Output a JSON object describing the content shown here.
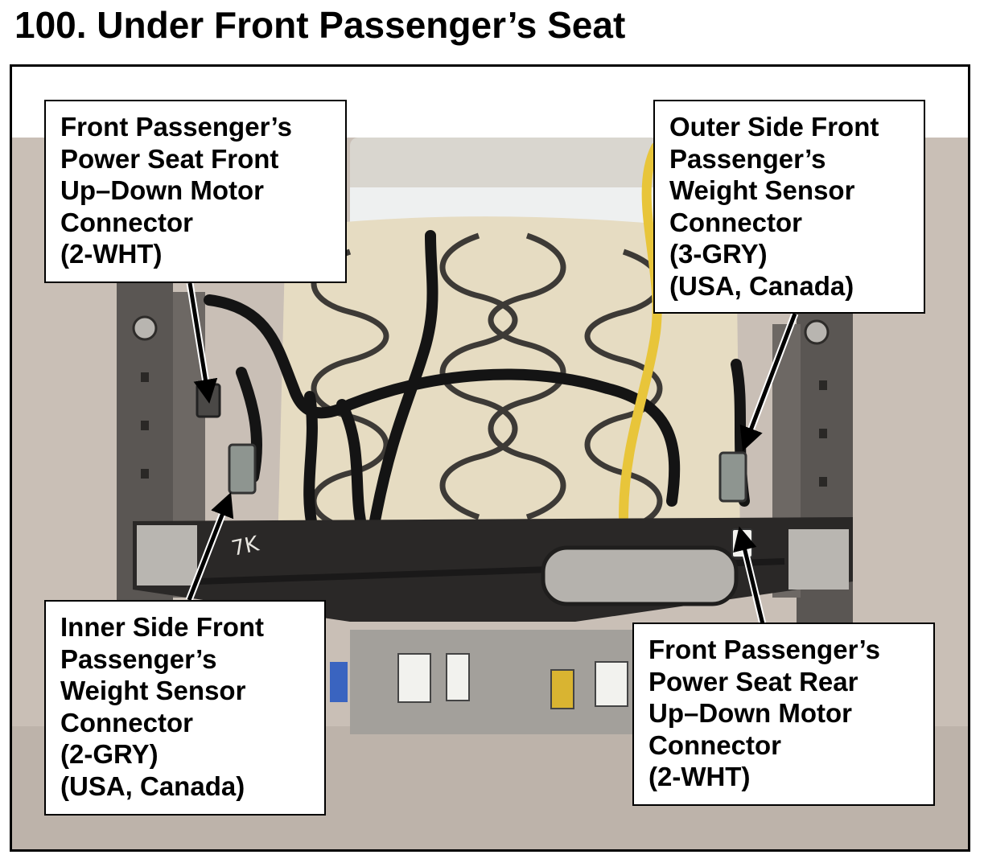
{
  "title": "100.  Under Front Passenger’s Seat",
  "callouts": {
    "front_motor": {
      "lines": [
        "Front Passenger’s",
        "Power Seat Front",
        "Up–Down Motor",
        "Connector",
        "(2-WHT)"
      ]
    },
    "outer_sensor": {
      "lines": [
        "Outer Side Front",
        "Passenger’s",
        "Weight Sensor",
        "Connector",
        "(3-GRY)",
        "(USA, Canada)"
      ]
    },
    "inner_sensor": {
      "lines": [
        "Inner Side Front",
        "Passenger’s",
        "Weight Sensor",
        "Connector",
        "(2-GRY)",
        "(USA, Canada)"
      ]
    },
    "rear_motor": {
      "lines": [
        "Front Passenger’s",
        "Power Seat Rear",
        "Up–Down Motor",
        "Connector",
        "(2-WHT)"
      ]
    }
  },
  "photo": {
    "frame_marking": "7K",
    "colors": {
      "backdrop": "#c9bfb6",
      "foam": "#e6dcc2",
      "springs": "#3d3a36",
      "harness": "#141414",
      "airbag_wire": "#e8c53a",
      "rails": "#5a5653",
      "connector_gray": "#8e9590",
      "connector_white": "#f2f2ee",
      "connector_blue": "#3a64c0",
      "connector_yellow": "#d9b431"
    }
  }
}
